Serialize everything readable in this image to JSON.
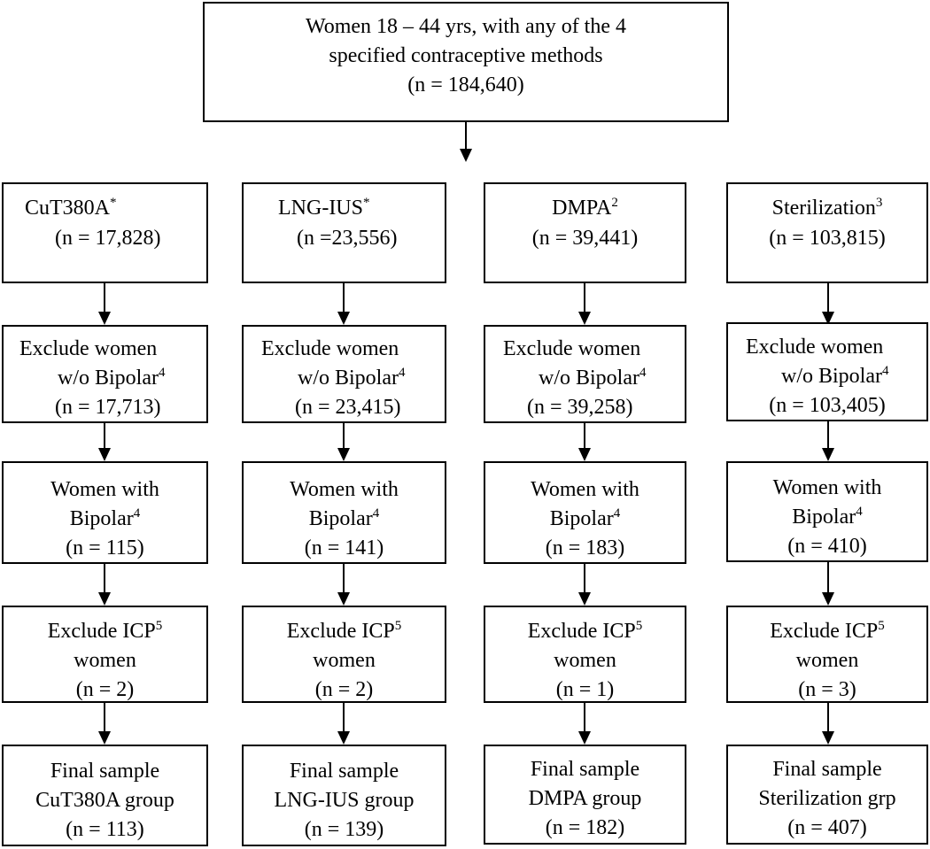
{
  "top": {
    "line1": "Women 18 – 44 yrs, with any of the 4",
    "line2": "specified contraceptive methods",
    "line3": "(n = 184,640)"
  },
  "columns": [
    {
      "method": {
        "name": "CuT380A",
        "sup": "*",
        "n": "(n = 17,828)"
      },
      "exclude": {
        "l1": "Exclude women",
        "l2": "w/o Bipolar",
        "sup": "4",
        "n": "(n = 17,713)"
      },
      "bipolar": {
        "l1": "Women with",
        "l2": "Bipolar",
        "sup": "4",
        "n": "(n = 115)"
      },
      "icp": {
        "l1": "Exclude ICP",
        "sup": "5",
        "l2": "women",
        "n": "(n = 2)"
      },
      "final": {
        "l1": "Final sample",
        "l2": "CuT380A group",
        "n": "(n = 113)"
      }
    },
    {
      "method": {
        "name": "LNG-IUS",
        "sup": "*",
        "n": "(n =23,556)"
      },
      "exclude": {
        "l1": "Exclude women",
        "l2": "w/o Bipolar",
        "sup": "4",
        "n": "(n = 23,415)"
      },
      "bipolar": {
        "l1": "Women with",
        "l2": "Bipolar",
        "sup": "4",
        "n": "(n = 141)"
      },
      "icp": {
        "l1": "Exclude ICP",
        "sup": "5",
        "l2": "women",
        "n": "(n = 2)"
      },
      "final": {
        "l1": "Final sample",
        "l2": "LNG-IUS group",
        "n": "(n = 139)"
      }
    },
    {
      "method": {
        "name": "DMPA",
        "sup": "2",
        "n": "(n = 39,441)"
      },
      "exclude": {
        "l1": "Exclude women",
        "l2": "w/o Bipolar",
        "sup": "4",
        "n": "(n = 39,258)"
      },
      "bipolar": {
        "l1": "Women with",
        "l2": "Bipolar",
        "sup": "4",
        "n": "(n = 183)"
      },
      "icp": {
        "l1": "Exclude ICP",
        "sup": "5",
        "l2": "women",
        "n": "(n = 1)"
      },
      "final": {
        "l1": "Final sample",
        "l2": "DMPA group",
        "n": "(n = 182)"
      }
    },
    {
      "method": {
        "name": "Sterilization",
        "sup": "3",
        "n": "(n = 103,815)"
      },
      "exclude": {
        "l1": "Exclude women",
        "l2": "w/o Bipolar",
        "sup": "4",
        "n": "(n = 103,405)"
      },
      "bipolar": {
        "l1": "Women with",
        "l2": "Bipolar",
        "sup": "4",
        "n": "(n = 410)"
      },
      "icp": {
        "l1": "Exclude ICP",
        "sup": "5",
        "l2": "women",
        "n": "(n = 3)"
      },
      "final": {
        "l1": "Final sample",
        "l2": "Sterilization grp",
        "n": "(n = 407)"
      }
    }
  ]
}
